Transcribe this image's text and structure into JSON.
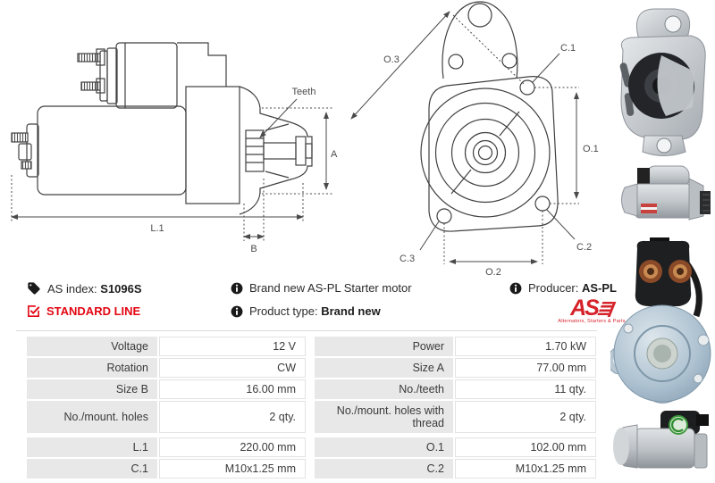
{
  "drawings": {
    "side": {
      "teeth": "Teeth",
      "dim_a": "A",
      "dim_l1": "L.1",
      "dim_b": "B"
    },
    "front": {
      "dim_o3": "O.3",
      "dim_c1": "C.1",
      "dim_o1": "O.1",
      "dim_c3": "C.3",
      "dim_o2": "O.2",
      "dim_c2": "C.2"
    }
  },
  "info": {
    "as_index_label": "AS index:",
    "as_index_value": "S1096S",
    "standard_line_label": "STANDARD LINE",
    "brand_new_text": "Brand new AS-PL Starter motor",
    "product_type_label": "Product type:",
    "product_type_value": "Brand new",
    "producer_label": "Producer:",
    "producer_value": "AS-PL",
    "logo": {
      "as": "AS",
      "tagline": "Alternators, Starters & Parts"
    }
  },
  "spec_table": {
    "rows": [
      {
        "l1": "Voltage",
        "v1": "12 V",
        "l2": "Power",
        "v2": "1.70 kW"
      },
      {
        "l1": "Rotation",
        "v1": "CW",
        "l2": "Size A",
        "v2": "77.00 mm"
      },
      {
        "l1": "Size B",
        "v1": "16.00 mm",
        "l2": "No./teeth",
        "v2": "11 qty."
      },
      {
        "l1": "No./mount. holes",
        "v1": "2 qty.",
        "l2": "No./mount. holes with thread",
        "v2": "2 qty."
      },
      {
        "l1": "L.1",
        "v1": "220.00 mm",
        "l2": "O.1",
        "v2": "102.00 mm"
      },
      {
        "l1": "C.1",
        "v1": "M10x1.25 mm",
        "l2": "C.2",
        "v2": "M10x1.25 mm"
      }
    ]
  },
  "colors": {
    "accent_red": "#e30613",
    "label_cell_bg": "#e8e8e8",
    "line": "#4a4a4a"
  }
}
